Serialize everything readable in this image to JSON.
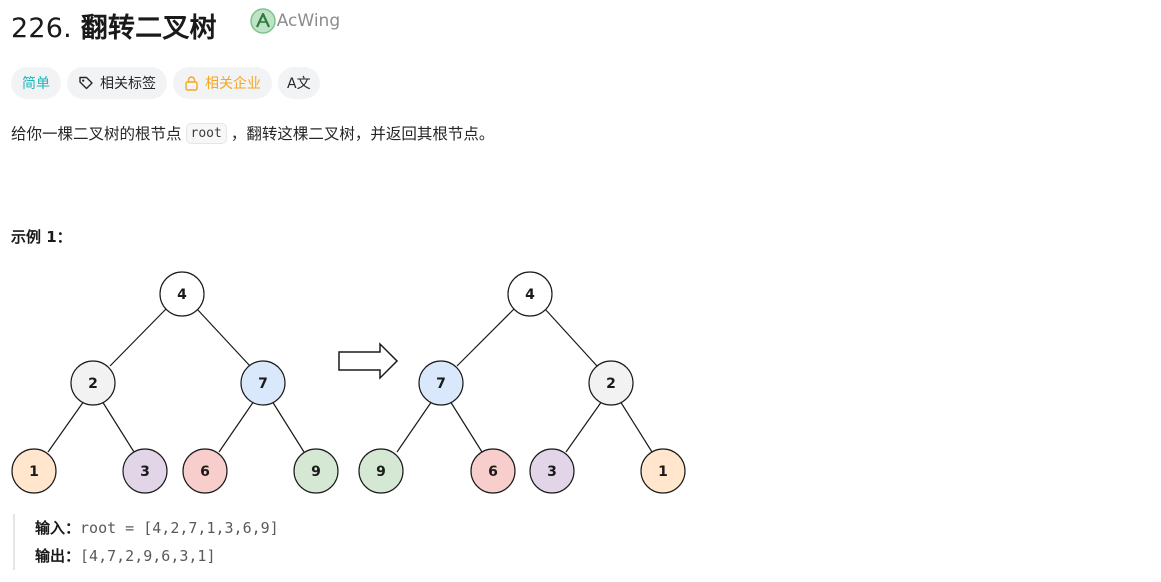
{
  "problem": {
    "number": "226.",
    "name": "翻转二叉树",
    "source_badge": "AcWing"
  },
  "tags": {
    "difficulty": "简单",
    "topics": "相关标签",
    "companies": "相关企业",
    "translate": "A文"
  },
  "description": {
    "before": "给你一棵二叉树的根节点",
    "code": "root",
    "after": "，翻转这棵二叉树，并返回其根节点。"
  },
  "example": {
    "label": "示例 1：",
    "input_label": "输入：",
    "input_value": "root = [4,2,7,1,3,6,9]",
    "output_label": "输出：",
    "output_value": "[4,7,2,9,6,3,1]"
  },
  "trees": {
    "left": {
      "root": "4",
      "l": "2",
      "r": "7",
      "ll": "1",
      "lr": "3",
      "rl": "6",
      "rr": "9"
    },
    "right": {
      "root": "4",
      "l": "7",
      "r": "2",
      "ll": "9",
      "lr": "6",
      "rl": "3",
      "rr": "1"
    }
  },
  "colors": {
    "easy": "#1cb8b8",
    "company": "#f5a623",
    "node_white": "#ffffff",
    "node_gray": "#f2f2f2",
    "node_blue": "#dae8fc",
    "node_orange": "#ffe6cc",
    "node_purple": "#e1d5e7",
    "node_red": "#f8cecc",
    "node_green": "#d5e8d4"
  }
}
